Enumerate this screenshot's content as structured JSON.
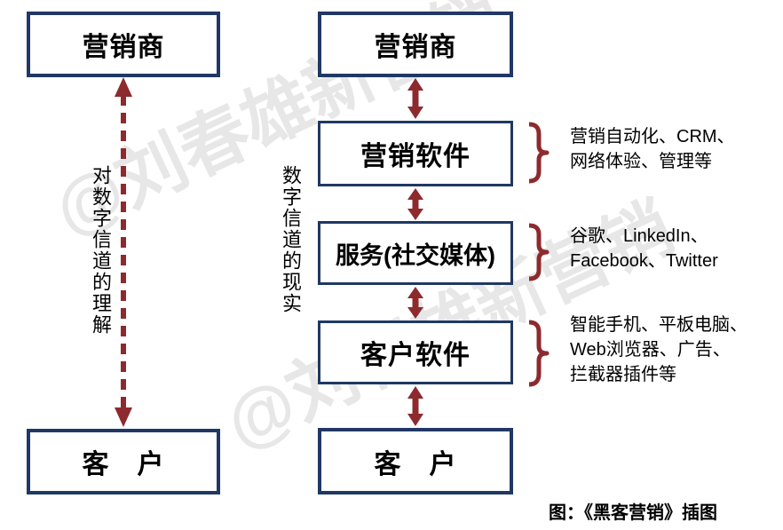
{
  "colors": {
    "box_border": "#203864",
    "accent_red": "#8d2a2e",
    "watermark_gray": "#e3e3e3",
    "text": "#000000"
  },
  "left_column": {
    "marketer_label": "营销商",
    "customer_label": "客　户",
    "axis_label": "对数字信道的理解"
  },
  "right_column": {
    "marketer_label": "营销商",
    "customer_label": "客　户",
    "axis_label": "数字信道的现实",
    "layers": [
      {
        "label": "营销软件",
        "annotation": "营销自动化、CRM、\n网络体验、管理等"
      },
      {
        "label": "服务(社交媒体)",
        "annotation": "谷歌、LinkedIn、\nFacebook、Twitter"
      },
      {
        "label": "客户软件",
        "annotation": "智能手机、平板电脑、\nWeb浏览器、广告、\n拦截器插件等"
      }
    ]
  },
  "caption": "图：《黑客营销》插图",
  "watermark": "@刘春雄新营销"
}
